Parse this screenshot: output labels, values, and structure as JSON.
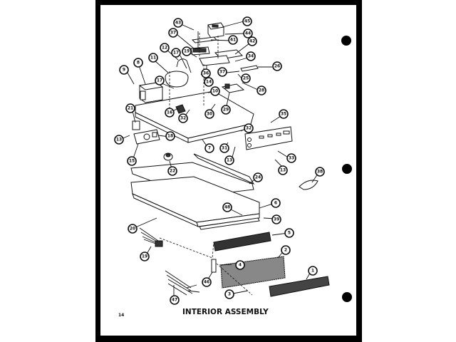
{
  "page": {
    "title": "INTERIOR ASSEMBLY",
    "page_number": "14"
  },
  "callouts": [
    {
      "id": "c43",
      "label": "43"
    },
    {
      "id": "c45",
      "label": "45"
    },
    {
      "id": "c37a",
      "label": "37"
    },
    {
      "id": "c44",
      "label": "44"
    },
    {
      "id": "c41",
      "label": "41"
    },
    {
      "id": "c42",
      "label": "42"
    },
    {
      "id": "c12",
      "label": "12"
    },
    {
      "id": "c17a",
      "label": "17"
    },
    {
      "id": "c19",
      "label": "19"
    },
    {
      "id": "c34",
      "label": "34"
    },
    {
      "id": "c11",
      "label": "11"
    },
    {
      "id": "c36",
      "label": "36"
    },
    {
      "id": "c9",
      "label": "9"
    },
    {
      "id": "c8",
      "label": "8"
    },
    {
      "id": "c37b",
      "label": "37"
    },
    {
      "id": "c26",
      "label": "26"
    },
    {
      "id": "c17b",
      "label": "17"
    },
    {
      "id": "c14",
      "label": "14"
    },
    {
      "id": "c25",
      "label": "25"
    },
    {
      "id": "c28",
      "label": "28"
    },
    {
      "id": "c16",
      "label": "16"
    },
    {
      "id": "c10",
      "label": "10"
    },
    {
      "id": "c29",
      "label": "29"
    },
    {
      "id": "c32a",
      "label": "32"
    },
    {
      "id": "c30",
      "label": "30"
    },
    {
      "id": "c21",
      "label": "21"
    },
    {
      "id": "c35",
      "label": "35"
    },
    {
      "id": "c13a",
      "label": "13"
    },
    {
      "id": "c18",
      "label": "18"
    },
    {
      "id": "c32b",
      "label": "32"
    },
    {
      "id": "c7",
      "label": "7"
    },
    {
      "id": "c31",
      "label": "31"
    },
    {
      "id": "c15",
      "label": "15"
    },
    {
      "id": "c13b",
      "label": "13"
    },
    {
      "id": "c33",
      "label": "33"
    },
    {
      "id": "c13c",
      "label": "13"
    },
    {
      "id": "c22",
      "label": "22"
    },
    {
      "id": "c24",
      "label": "24"
    },
    {
      "id": "c38",
      "label": "38"
    },
    {
      "id": "c6",
      "label": "6"
    },
    {
      "id": "c48",
      "label": "48"
    },
    {
      "id": "c39",
      "label": "39"
    },
    {
      "id": "c20",
      "label": "20"
    },
    {
      "id": "c5",
      "label": "5"
    },
    {
      "id": "c19b",
      "label": "19"
    },
    {
      "id": "c2",
      "label": "2"
    },
    {
      "id": "c4",
      "label": "4"
    },
    {
      "id": "c1",
      "label": "1"
    },
    {
      "id": "c46",
      "label": "46"
    },
    {
      "id": "c3",
      "label": "3"
    },
    {
      "id": "c47",
      "label": "47"
    }
  ]
}
